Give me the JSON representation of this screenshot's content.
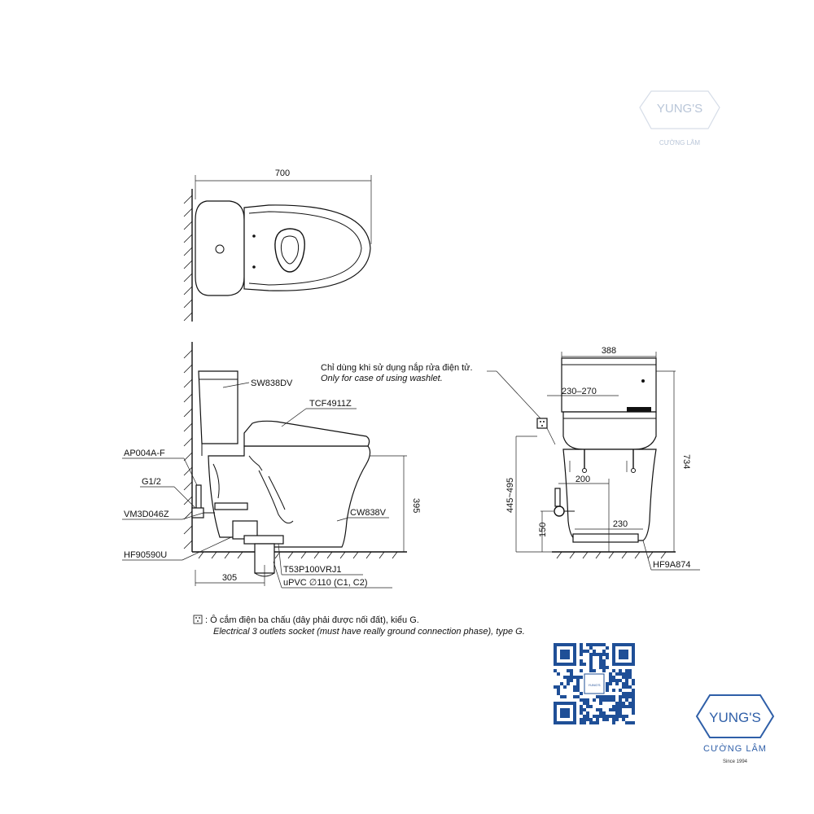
{
  "labels": {
    "top_width": "700",
    "sw838dv": "SW838DV",
    "tcf4911z": "TCF4911Z",
    "ap004a_f": "AP004A-F",
    "g12": "G1/2",
    "vm3d046z": "VM3D046Z",
    "cw838v": "CW838V",
    "h395": "395",
    "hf90590u": "HF90590U",
    "t53p100vrj1": "T53P100VRJ1",
    "upvc": "uPVC ∅110 (C1, C2)",
    "w305": "305",
    "washlet_note_vi": "Chỉ dùng khi sử dụng nắp rửa điện tử.",
    "washlet_note_en": "Only for case of using washlet.",
    "w388": "388",
    "r230_270": "230–270",
    "h734": "734",
    "r445_495": "445~495",
    "w200": "200",
    "w230": "230",
    "h150": "150",
    "hf9a874": "HF9A874",
    "socket_vi": ": Ô cắm điện ba chấu (dây phải được nối đất), kiểu G.",
    "socket_en": "Electrical 3 outlets socket (must have really ground connection phase), type G."
  },
  "logo": {
    "brand": "YUNG'S",
    "sub": "CƯỜNG LÂM",
    "since": "Since 1994",
    "color": "#2f5fa8"
  },
  "watermark": {
    "brand": "YUNG'S",
    "sub": "CƯỜNG LÂM"
  },
  "qr": {
    "color": "#1f4f97",
    "center_label": "YUNG'S"
  }
}
